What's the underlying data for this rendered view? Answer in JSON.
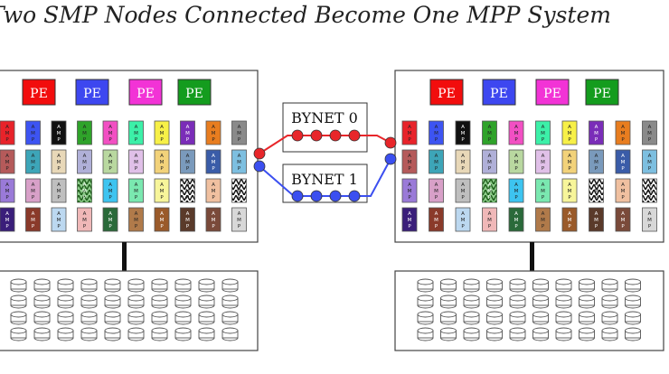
{
  "title": "Two SMP Nodes Connected Become One MPP System",
  "pe_label": "PE",
  "amp_label": "AMP",
  "bynet_labels": [
    "BYNET 0",
    "BYNET 1"
  ],
  "colors": {
    "bynet0": "#e8262a",
    "bynet1": "#3b4ff0",
    "pe": [
      "#f20d0d",
      "#3d47f0",
      "#f233d6",
      "#149c1e"
    ]
  },
  "nodes": [
    {
      "name": "left-node",
      "pe_count": 4,
      "amp_rows": 4,
      "amp_columns": 10,
      "disk_rows": 4,
      "disk_columns": 10
    },
    {
      "name": "right-node",
      "pe_count": 4,
      "amp_rows": 4,
      "amp_columns": 10,
      "disk_rows": 4,
      "disk_columns": 10
    }
  ],
  "amp_palette": [
    [
      "#e8232a",
      "#3d54f2",
      "#111111",
      "#2fa32a",
      "#f24fc3",
      "#3cf0a8",
      "#f7f047",
      "#7a2db8",
      "#e87d1f",
      "#8a8a8a"
    ],
    [
      "#b55a5a",
      "#3da5b8",
      "#e8d8b8",
      "#b0b0d8",
      "#b9d8a0",
      "#e0c0e8",
      "#f2d27a",
      "#7a9abc",
      "#3a5ca8",
      "#7dbfe0"
    ],
    [
      "#9a7ad8",
      "#d8a0c8",
      "#bfbfbf",
      "#1e8a3a",
      "#3dc4f0",
      "#7ae8b0",
      "#f7f59a",
      "#b8a0c0",
      "#f0c0a0",
      "#c8c0d8"
    ],
    [
      "#3a1e7a",
      "#8a3a2a",
      "#bcd8f0",
      "#f0b8b8",
      "#2a6a3a",
      "#b07a4a",
      "#9a5a2a",
      "#5a3a2a",
      "#7a4a3a",
      "#d8d8d8"
    ]
  ]
}
